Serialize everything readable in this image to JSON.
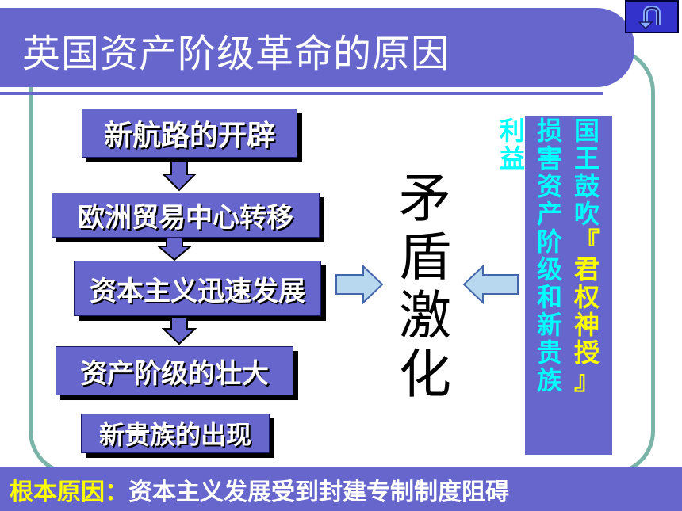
{
  "title": "英国资产阶级革命的原因",
  "flow": [
    {
      "label": "新航路的开辟"
    },
    {
      "label": "欧洲贸易中心转移"
    },
    {
      "label": "资本主义迅速发展"
    },
    {
      "label": "资产阶级的壮大"
    },
    {
      "label": "新贵族的出现"
    }
  ],
  "center": {
    "chars": [
      "矛",
      "盾",
      "激",
      "化"
    ]
  },
  "right_panel": {
    "col1": [
      "国",
      "王",
      "鼓",
      "吹",
      "『",
      "君",
      "权",
      "神",
      "授",
      "』"
    ],
    "col2": [
      "损",
      "害",
      "资",
      "产",
      "阶",
      "级",
      "和",
      "新",
      "贵",
      "族"
    ],
    "col3": [
      "利",
      "益"
    ]
  },
  "bottom": {
    "label": "根本原因：",
    "text": "资本主义发展受到封建专制制度阻碍"
  },
  "colors": {
    "accent": "#6666cc",
    "frame": "#7ab3a8",
    "highlight": "#ffff00",
    "cyan": "#00ffff"
  }
}
